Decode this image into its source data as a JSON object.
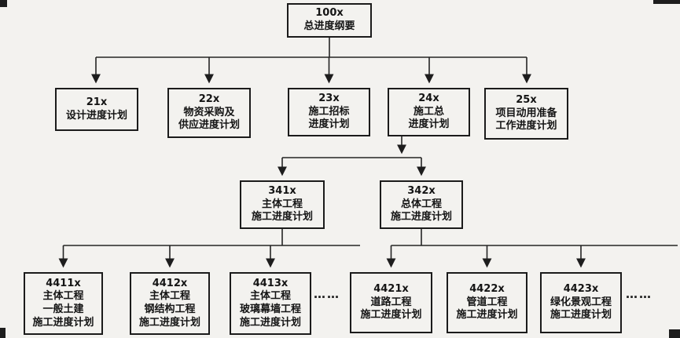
{
  "diagram": {
    "description": "项目总进度计划体系结构图",
    "background_color": "#f3f2ef",
    "line_color": "#222222"
  },
  "nodes": [
    {
      "id": "100x",
      "lines": [
        "100x",
        "总进度纲要"
      ]
    },
    {
      "id": "21x",
      "lines": [
        "21x",
        "设计进度计划"
      ]
    },
    {
      "id": "22x",
      "lines": [
        "22x",
        "物资采购及",
        "供应进度计划"
      ]
    },
    {
      "id": "23x",
      "lines": [
        "23x",
        "施工招标",
        "进度计划"
      ]
    },
    {
      "id": "24x",
      "lines": [
        "24x",
        "施工总",
        "进度计划"
      ]
    },
    {
      "id": "25x",
      "lines": [
        "25x",
        "项目动用准备",
        "工作进度计划"
      ]
    },
    {
      "id": "341x",
      "lines": [
        "341x",
        "主体工程",
        "施工进度计划"
      ]
    },
    {
      "id": "342x",
      "lines": [
        "342x",
        "总体工程",
        "施工进度计划"
      ]
    },
    {
      "id": "4411x",
      "lines": [
        "4411x",
        "主体工程",
        "一般土建",
        "施工进度计划"
      ]
    },
    {
      "id": "4412x",
      "lines": [
        "4412x",
        "主体工程",
        "钢结构工程",
        "施工进度计划"
      ]
    },
    {
      "id": "4413x",
      "lines": [
        "4413x",
        "主体工程",
        "玻璃幕墙工程",
        "施工进度计划"
      ]
    },
    {
      "id": "4421x",
      "lines": [
        "4421x",
        "道路工程",
        "施工进度计划"
      ]
    },
    {
      "id": "4422x",
      "lines": [
        "4422x",
        "管道工程",
        "施工进度计划"
      ]
    },
    {
      "id": "4423x",
      "lines": [
        "4423x",
        "绿化景观工程",
        "施工进度计划"
      ]
    }
  ],
  "ellipsis": {
    "after_4413x": "……",
    "after_4423x": "……"
  }
}
